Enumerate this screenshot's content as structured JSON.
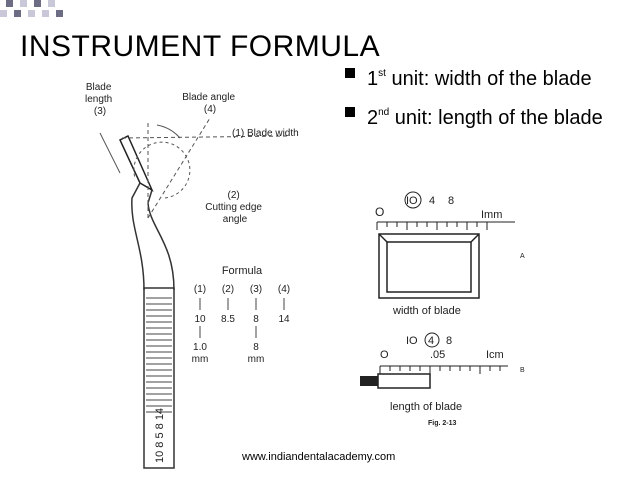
{
  "slide": {
    "title": "INSTRUMENT FORMULA",
    "footer": "www.indiandentalacademy.com"
  },
  "bullets": [
    {
      "number": "1",
      "ordinal": "st",
      "text": " unit: width of the blade"
    },
    {
      "number": "2",
      "ordinal": "nd",
      "text": " unit: length of the blade"
    }
  ],
  "instrument_figure": {
    "blade_length_label": [
      "Blade",
      "length",
      "(3)"
    ],
    "blade_angle_label": [
      "Blade angle",
      "(4)"
    ],
    "blade_width_label": "(1) Blade width",
    "cutting_edge_label": [
      "(2)",
      "Cutting edge",
      "angle"
    ],
    "formula_title": "Formula",
    "formula_headers": [
      "(1)",
      "(2)",
      "(3)",
      "(4)"
    ],
    "formula_values": [
      "10",
      "8.5",
      "8",
      "14"
    ],
    "formula_units": [
      "1.0",
      "mm",
      "8",
      "mm"
    ],
    "handle_number": "10 8 5 8 14"
  },
  "width_figure": {
    "zero": "O",
    "marks": [
      "IO",
      "4",
      "8"
    ],
    "unit": "Imm",
    "panel_letter": "A",
    "caption": "width of blade"
  },
  "length_figure": {
    "marks": [
      "IO",
      "4",
      "8"
    ],
    "zero": "O",
    "mid": ".05",
    "unit": "Icm",
    "panel_letter": "B",
    "caption": "length of blade",
    "fig_label": "Fig. 2-13"
  }
}
